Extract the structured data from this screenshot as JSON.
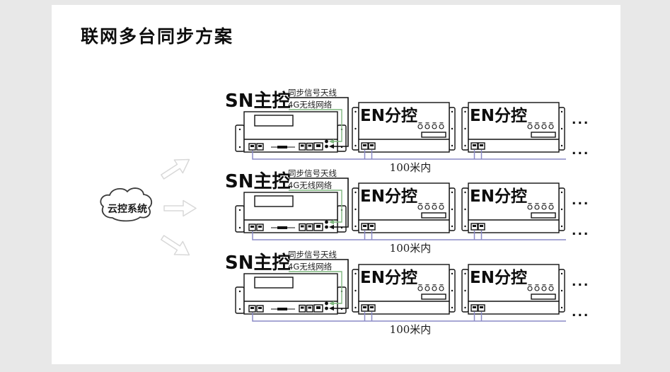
{
  "title": "联网多台同步方案",
  "cloud": {
    "label": "云控系统"
  },
  "colors": {
    "background": "#e8e8e8",
    "canvas": "#ffffff",
    "ink": "#111111",
    "sync_wire": "#111111",
    "wireless_4g_wire": "#7fb77f",
    "data_bus_wire": "#8a8ac6",
    "arrow_outline": "#d8d8d8"
  },
  "rows": [
    {
      "master_label": "SN主控",
      "sync_antenna_label": "同步信号天线",
      "wireless_label": "4G无线网络",
      "controllers": [
        {
          "label": "EN分控"
        },
        {
          "label": "EN分控"
        }
      ],
      "distance_label": "100米内",
      "more_devices_top": "...",
      "more_devices_bottom": "..."
    },
    {
      "master_label": "SN主控",
      "sync_antenna_label": "同步信号天线",
      "wireless_label": "4G无线网络",
      "controllers": [
        {
          "label": "EN分控"
        },
        {
          "label": "EN分控"
        }
      ],
      "distance_label": "100米内",
      "more_devices_top": "...",
      "more_devices_bottom": "..."
    },
    {
      "master_label": "SN主控",
      "sync_antenna_label": "同步信号天线",
      "wireless_label": "4G无线网络",
      "controllers": [
        {
          "label": "EN分控"
        },
        {
          "label": "EN分控"
        }
      ],
      "distance_label": "100米内",
      "more_devices_top": "...",
      "more_devices_bottom": "..."
    }
  ]
}
